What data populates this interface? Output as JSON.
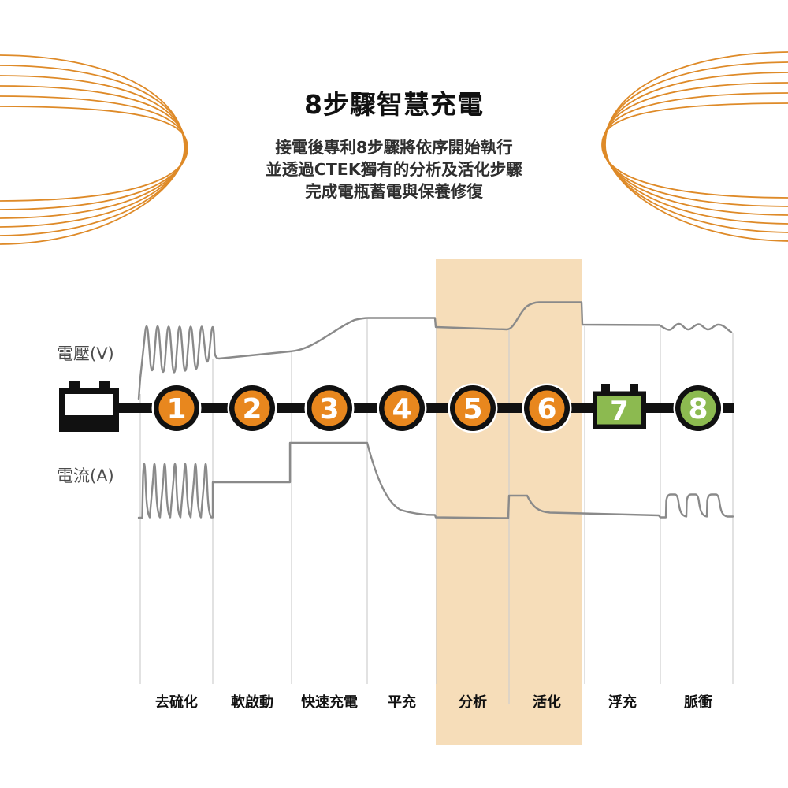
{
  "header": {
    "title": "8步驟智慧充電",
    "subtitle_lines": [
      "接電後專利8步驟將依序開始執行",
      "並透過CTEK獨有的分析及活化步驟",
      "完成電瓶蓄電與保養修復"
    ]
  },
  "chart": {
    "y_axis_labels": {
      "voltage": "電壓(V)",
      "current": "電流(A)"
    },
    "steps": [
      {
        "number": "1",
        "label": "去硫化",
        "marker": "orange-circle",
        "highlighted": false
      },
      {
        "number": "2",
        "label": "軟啟動",
        "marker": "orange-circle",
        "highlighted": false
      },
      {
        "number": "3",
        "label": "快速充電",
        "marker": "orange-circle",
        "highlighted": false
      },
      {
        "number": "4",
        "label": "平充",
        "marker": "orange-circle",
        "highlighted": false
      },
      {
        "number": "5",
        "label": "分析",
        "marker": "orange-circle",
        "highlighted": true
      },
      {
        "number": "6",
        "label": "活化",
        "marker": "orange-circle",
        "highlighted": true
      },
      {
        "number": "7",
        "label": "浮充",
        "marker": "green-battery",
        "highlighted": false
      },
      {
        "number": "8",
        "label": "脈衝",
        "marker": "green-circle",
        "highlighted": false
      }
    ],
    "highlighted_step_labels": [
      "分析",
      "活化"
    ],
    "colors": {
      "step_orange": "#E8871E",
      "step_green": "#8CBA50",
      "highlight_band": "#F6DDB9",
      "waveform_gray": "#8A8A8A",
      "gridline_gray": "#CFCFCF",
      "line_black": "#111111",
      "decor_orange": "#DE8A28"
    }
  }
}
